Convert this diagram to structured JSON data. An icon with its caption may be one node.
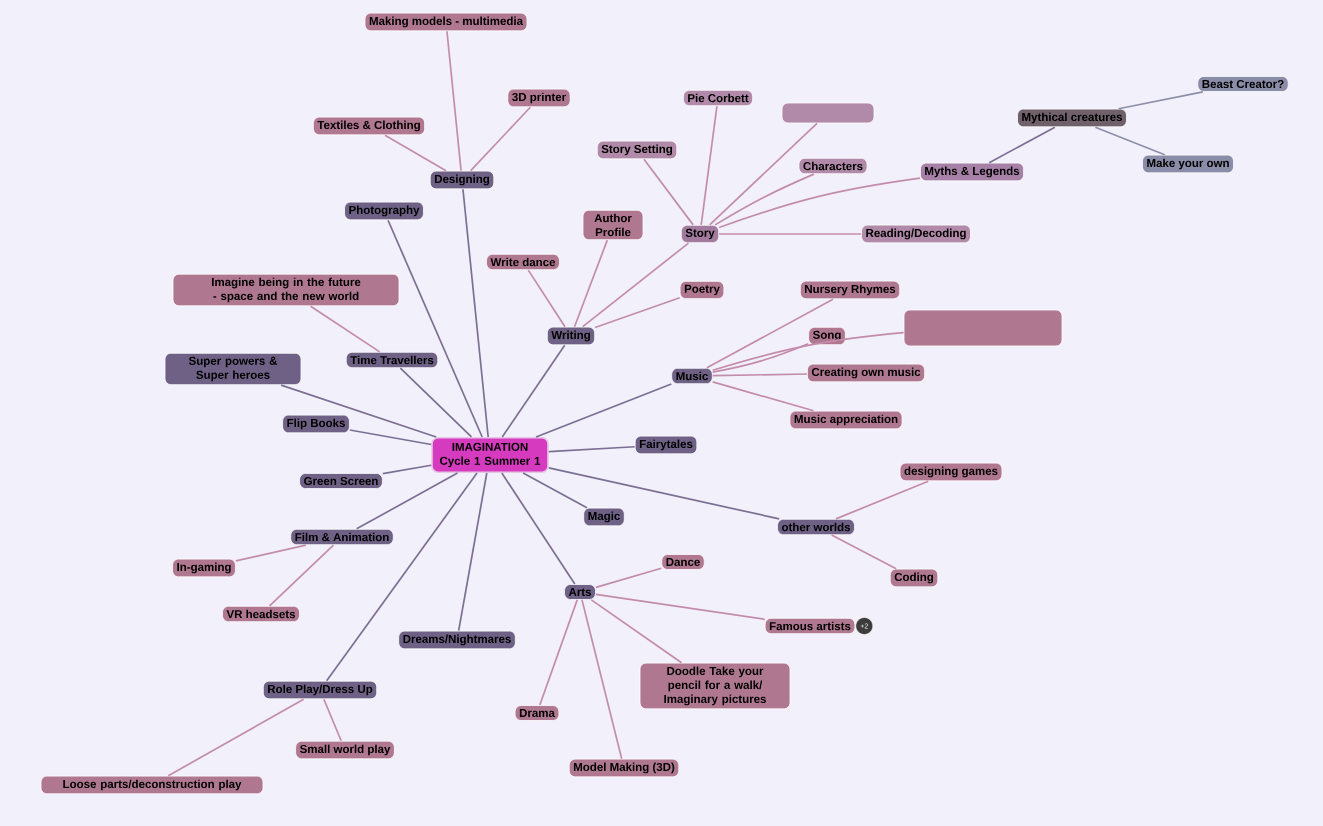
{
  "diagram": {
    "nodes": [
      {
        "text": [
          "IMAGINATION Cycle 1 Summer 1"
        ]
      },
      {
        "text": [
          "Designing"
        ]
      },
      {
        "text": [
          "Making models - multimedia"
        ]
      },
      {
        "text": [
          "Textiles & Clothing"
        ]
      },
      {
        "text": [
          "3D printer"
        ]
      },
      {
        "text": [
          "Photography"
        ]
      },
      {
        "text": [
          "Time Travellers"
        ]
      },
      {
        "text": [
          "Imagine being in the future - space and the new world"
        ]
      },
      {
        "text": [
          "Super powers & Super heroes"
        ]
      },
      {
        "text": [
          "Flip Books"
        ]
      },
      {
        "text": [
          "Green Screen"
        ]
      },
      {
        "text": [
          "Film & Animation"
        ]
      },
      {
        "text": [
          "In-gaming"
        ]
      },
      {
        "text": [
          "VR headsets"
        ]
      },
      {
        "text": [
          "Dreams/Nightmares"
        ]
      },
      {
        "text": [
          "Role Play/Dress Up"
        ]
      },
      {
        "text": [
          "Small world play"
        ]
      },
      {
        "text": [
          "Loose parts/deconstruction play"
        ]
      },
      {
        "text": [
          "Writing"
        ]
      },
      {
        "text": [
          "Write dance"
        ]
      },
      {
        "text": [
          "Author Profile"
        ]
      },
      {
        "text": [
          "Poetry"
        ]
      },
      {
        "text": [
          "Story"
        ]
      },
      {
        "text": [
          "Story Setting"
        ]
      },
      {
        "text": [
          "Pie Corbett"
        ]
      },
      {
        "text": [],
        "shape": "box"
      },
      {
        "text": [
          "Characters"
        ]
      },
      {
        "text": [
          "Myths & Legends"
        ]
      },
      {
        "text": [
          "Mythical creatures"
        ]
      },
      {
        "text": [
          "Beast Creator?"
        ]
      },
      {
        "text": [
          "Make your own"
        ]
      },
      {
        "text": [
          "Reading/Decoding"
        ]
      },
      {
        "text": [
          "Music"
        ]
      },
      {
        "text": [
          "Nursery Rhymes"
        ]
      },
      {
        "text": [
          "Song"
        ]
      },
      {
        "text": [],
        "shape": "box"
      },
      {
        "text": [
          "Creating own music"
        ]
      },
      {
        "text": [
          "Music appreciation"
        ]
      },
      {
        "text": [
          "Fairytales"
        ]
      },
      {
        "text": [
          "Magic"
        ]
      },
      {
        "text": [
          "other worlds"
        ]
      },
      {
        "text": [
          "designing games"
        ]
      },
      {
        "text": [
          "Coding"
        ]
      },
      {
        "text": [
          "Arts"
        ]
      },
      {
        "text": [
          "Dance"
        ]
      },
      {
        "text": [
          "Famous artists"
        ],
        "beside": [
          "+2"
        ]
      },
      {
        "text": [
          "Doodle Take your pencil for a walk/ Imaginary pictures"
        ]
      },
      {
        "text": [
          "Drama"
        ]
      },
      {
        "text": [
          "Model Making (3D)"
        ]
      }
    ],
    "edges": [
      {
        "from": 0,
        "to": 1,
        "arrow": "none",
        "color": "#7d6f93"
      },
      {
        "from": 1,
        "to": 2,
        "arrow": "none"
      },
      {
        "from": 1,
        "to": 3,
        "arrow": "none"
      },
      {
        "from": 1,
        "to": 4,
        "arrow": "none"
      },
      {
        "from": 0,
        "to": 5,
        "arrow": "none",
        "color": "#7d6f93"
      },
      {
        "from": 0,
        "to": 6,
        "arrow": "none",
        "color": "#7d6f93"
      },
      {
        "from": 6,
        "to": 7,
        "arrow": "none"
      },
      {
        "from": 0,
        "to": 8,
        "arrow": "none",
        "color": "#7d6f93"
      },
      {
        "from": 0,
        "to": 9,
        "arrow": "none",
        "color": "#7d6f93"
      },
      {
        "from": 0,
        "to": 10,
        "arrow": "none",
        "color": "#7d6f93"
      },
      {
        "from": 0,
        "to": 11,
        "arrow": "none",
        "color": "#7d6f93"
      },
      {
        "from": 11,
        "to": 12,
        "arrow": "none"
      },
      {
        "from": 11,
        "to": 13,
        "arrow": "none"
      },
      {
        "from": 0,
        "to": 14,
        "arrow": "none",
        "color": "#7d6f93"
      },
      {
        "from": 0,
        "to": 15,
        "arrow": "none",
        "color": "#7d6f93"
      },
      {
        "from": 15,
        "to": 16,
        "arrow": "none"
      },
      {
        "from": 15,
        "to": 17,
        "arrow": "none"
      },
      {
        "from": 0,
        "to": 18,
        "arrow": "none",
        "color": "#7d6f93"
      },
      {
        "from": 18,
        "to": 19,
        "arrow": "none"
      },
      {
        "from": 18,
        "to": 20,
        "arrow": "none"
      },
      {
        "from": 18,
        "to": 21,
        "arrow": "none"
      },
      {
        "from": 18,
        "to": 22,
        "arrow": "none"
      },
      {
        "from": 22,
        "to": 23,
        "arrow": "none"
      },
      {
        "from": 22,
        "to": 24,
        "arrow": "none"
      },
      {
        "from": 22,
        "to": 25,
        "arrow": "none"
      },
      {
        "from": 22,
        "to": 26,
        "arrow": "none"
      },
      {
        "from": 22,
        "to": 27,
        "arrow": "none"
      },
      {
        "from": 27,
        "to": 28,
        "arrow": "none",
        "color": "#7d6f93"
      },
      {
        "from": 28,
        "to": 29,
        "arrow": "none",
        "color": "#8c8fa8"
      },
      {
        "from": 28,
        "to": 30,
        "arrow": "none",
        "color": "#8c8fa8"
      },
      {
        "from": 22,
        "to": 31,
        "arrow": "none"
      },
      {
        "from": 0,
        "to": 32,
        "arrow": "none",
        "color": "#7d6f93"
      },
      {
        "from": 32,
        "to": 33,
        "arrow": "none"
      },
      {
        "from": 32,
        "to": 34,
        "arrow": "none"
      },
      {
        "from": 32,
        "to": 35,
        "arrow": "none"
      },
      {
        "from": 32,
        "to": 36,
        "arrow": "none"
      },
      {
        "from": 32,
        "to": 37,
        "arrow": "none"
      },
      {
        "from": 0,
        "to": 38,
        "arrow": "none",
        "color": "#7d6f93"
      },
      {
        "from": 0,
        "to": 39,
        "arrow": "none",
        "color": "#7d6f93"
      },
      {
        "from": 0,
        "to": 40,
        "arrow": "none",
        "color": "#7d6f93"
      },
      {
        "from": 40,
        "to": 41,
        "arrow": "none"
      },
      {
        "from": 40,
        "to": 42,
        "arrow": "none"
      },
      {
        "from": 0,
        "to": 43,
        "arrow": "none",
        "color": "#7d6f93"
      },
      {
        "from": 43,
        "to": 44,
        "arrow": "none"
      },
      {
        "from": 43,
        "to": 45,
        "arrow": "none"
      },
      {
        "from": 43,
        "to": 46,
        "arrow": "none"
      },
      {
        "from": 43,
        "to": 47,
        "arrow": "none"
      },
      {
        "from": 43,
        "to": 48,
        "arrow": "none"
      }
    ]
  }
}
